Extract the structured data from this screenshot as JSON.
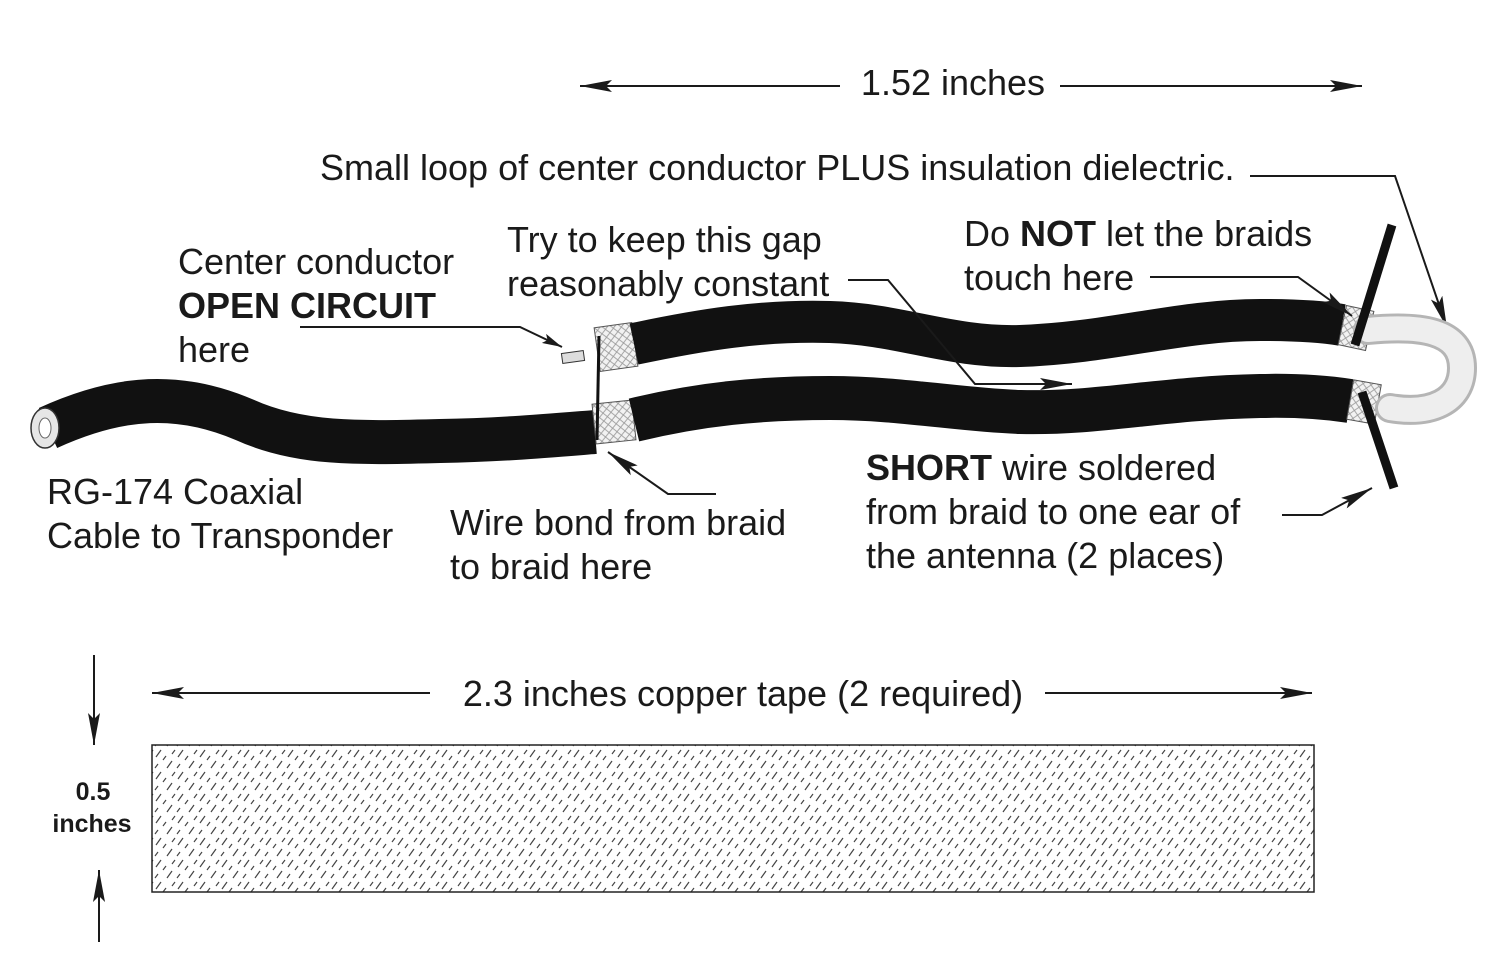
{
  "dimensions": {
    "antenna_length": "1.52 inches",
    "tape_length": "2.3 inches copper tape (2 required)",
    "tape_width_line1": "0.5",
    "tape_width_line2": "inches"
  },
  "labels": {
    "loop": "Small loop of center conductor PLUS insulation dielectric.",
    "open_line1": "Center conductor",
    "open_line2": "OPEN CIRCUIT",
    "open_line3": "here",
    "gap_line1": "Try to keep this gap",
    "gap_line2": "reasonably constant",
    "braids_line1_pre": "Do ",
    "braids_line1_bold": "NOT",
    "braids_line1_post": " let the braids",
    "braids_line2": "touch here",
    "coax_line1": "RG-174 Coaxial",
    "coax_line2": "Cable to Transponder",
    "bond_line1": "Wire bond from braid",
    "bond_line2": "to braid here",
    "short_line1_bold": "SHORT",
    "short_line1_post": " wire soldered",
    "short_line2": "from braid to one ear of",
    "short_line3": "the antenna (2 places)"
  },
  "colors": {
    "ink": "#1a1a1a",
    "cable_jacket": "#111111",
    "dielectric": "#e6e6e6",
    "tape_hatch": "#444444"
  }
}
